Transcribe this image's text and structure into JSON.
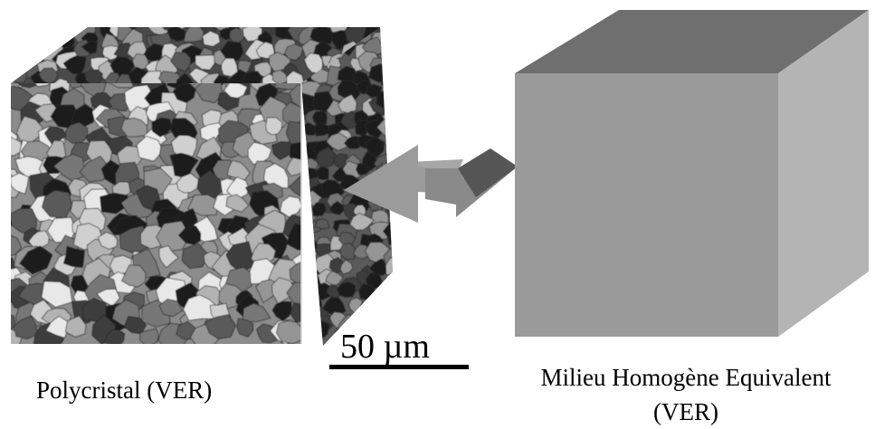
{
  "polycrystal": {
    "label": "Polycristal (VER)",
    "top_face_color": "#4a4a4a",
    "front_face_color": "#8c8c8c",
    "side_face_color": "#5a5a5a",
    "grain_palette": [
      "#1e1e1e",
      "#3c3c3c",
      "#5a5a5a",
      "#777777",
      "#959595",
      "#b3b3b3",
      "#d0d0d0",
      "#e8e8e8"
    ]
  },
  "homogeneous": {
    "label_line1": "Milieu Homogène Equivalent",
    "label_line2": "(VER)",
    "top_face_color": "#6f6f6f",
    "front_face_color": "#9a9a9a",
    "side_face_color": "#b4b4b4"
  },
  "arrow": {
    "left_color": "#9b9b9b",
    "right_color": "#8a8a8a",
    "head_dark_color": "#565656",
    "shaft_color": "#a7a7a7"
  },
  "scale_bar": {
    "text": "50 µm"
  }
}
